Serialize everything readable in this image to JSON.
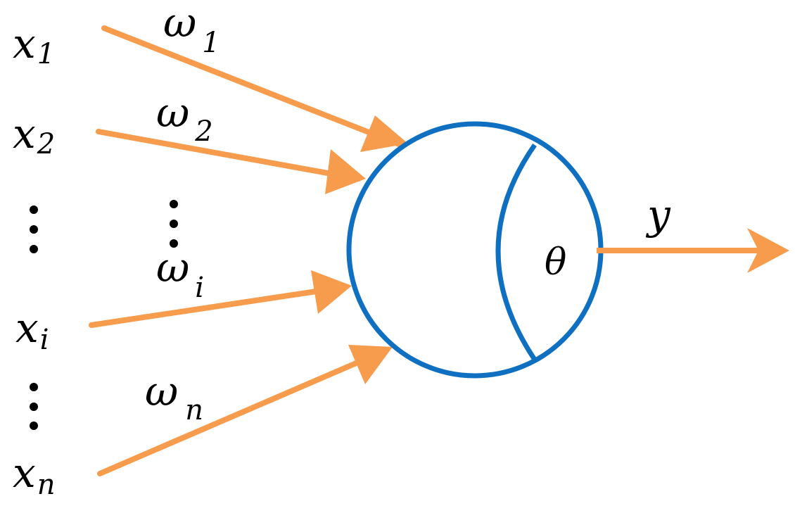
{
  "colors": {
    "arrow": "#f79b4c",
    "neuron": "#0f6fc1",
    "text": "#000000"
  },
  "inputs": [
    {
      "symbol": "x",
      "subscript": "1",
      "weight_symbol": "ω",
      "weight_subscript": "1"
    },
    {
      "symbol": "x",
      "subscript": "2",
      "weight_symbol": "ω",
      "weight_subscript": "2"
    },
    {
      "symbol": "x",
      "subscript": "i",
      "weight_symbol": "ω",
      "weight_subscript": "i"
    },
    {
      "symbol": "x",
      "subscript": "n",
      "weight_symbol": "ω",
      "weight_subscript": "n"
    }
  ],
  "neuron": {
    "threshold_label": "θ"
  },
  "output": {
    "label": "y"
  }
}
